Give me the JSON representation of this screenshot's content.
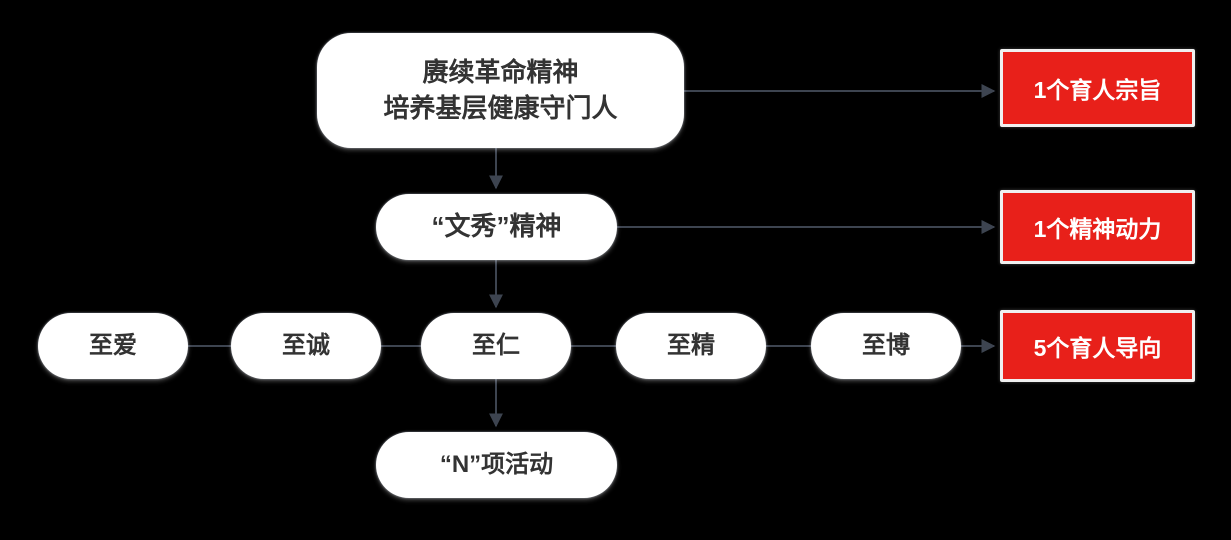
{
  "diagram": {
    "title_text_color": "#333333",
    "background_color": "#000000",
    "accent_red": "#e8201a",
    "edge_color": "#3d4450",
    "nodes": {
      "top": {
        "line1": "赓续革命精神",
        "line2": "培养基层健康守门人"
      },
      "spirit": {
        "label": "“文秀”精神"
      },
      "orientations": [
        {
          "label": "至爱"
        },
        {
          "label": "至诚"
        },
        {
          "label": "至仁"
        },
        {
          "label": "至精"
        },
        {
          "label": "至博"
        }
      ],
      "activities": {
        "label": "“N”项活动"
      },
      "callouts": [
        {
          "label": "1个育人宗旨"
        },
        {
          "label": "1个精神动力"
        },
        {
          "label": "5个育人导向"
        }
      ]
    }
  }
}
